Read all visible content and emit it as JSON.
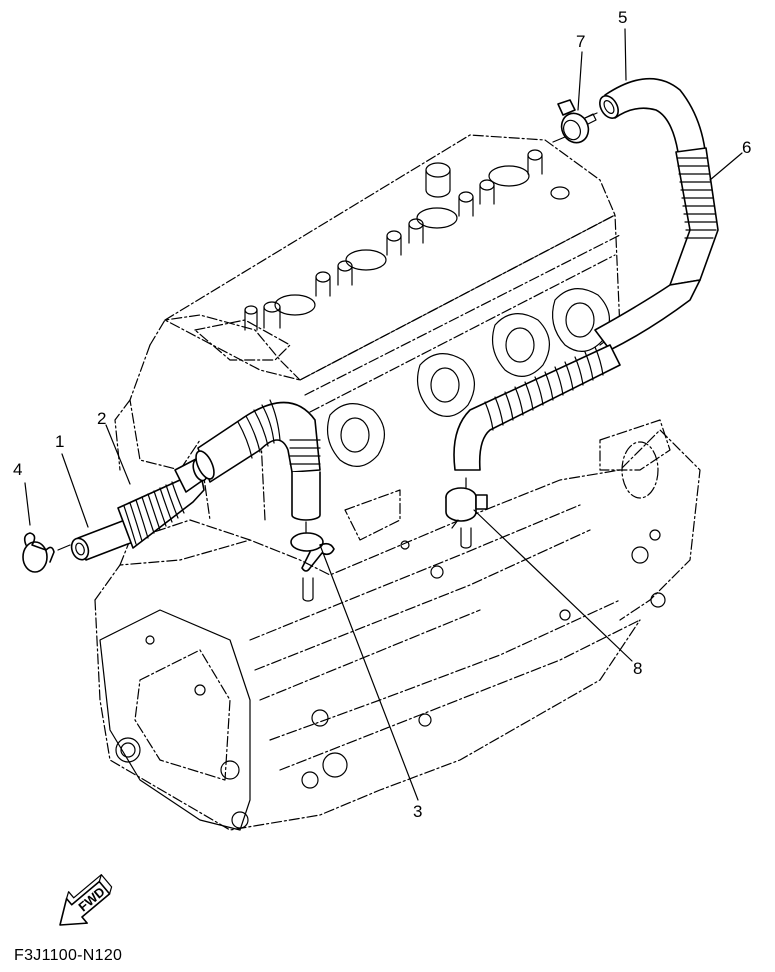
{
  "diagram": {
    "type": "exploded-parts-diagram",
    "subject": "engine block with breather hoses",
    "part_code": "F3J1100-N120",
    "direction_indicator": {
      "label": "FWD",
      "icon": "fwd-arrow-icon"
    },
    "callouts": [
      {
        "id": "1",
        "label": "1",
        "part": "straight hose"
      },
      {
        "id": "2",
        "label": "2",
        "part": "corrugated hose"
      },
      {
        "id": "3",
        "label": "3",
        "part": "hose clip (wire)"
      },
      {
        "id": "4",
        "label": "4",
        "part": "hose clip (wire)"
      },
      {
        "id": "5",
        "label": "5",
        "part": "bent hose"
      },
      {
        "id": "6",
        "label": "6",
        "part": "corrugated hose"
      },
      {
        "id": "7",
        "label": "7",
        "part": "hose clamp"
      },
      {
        "id": "8",
        "label": "8",
        "part": "hose clamp"
      }
    ]
  }
}
